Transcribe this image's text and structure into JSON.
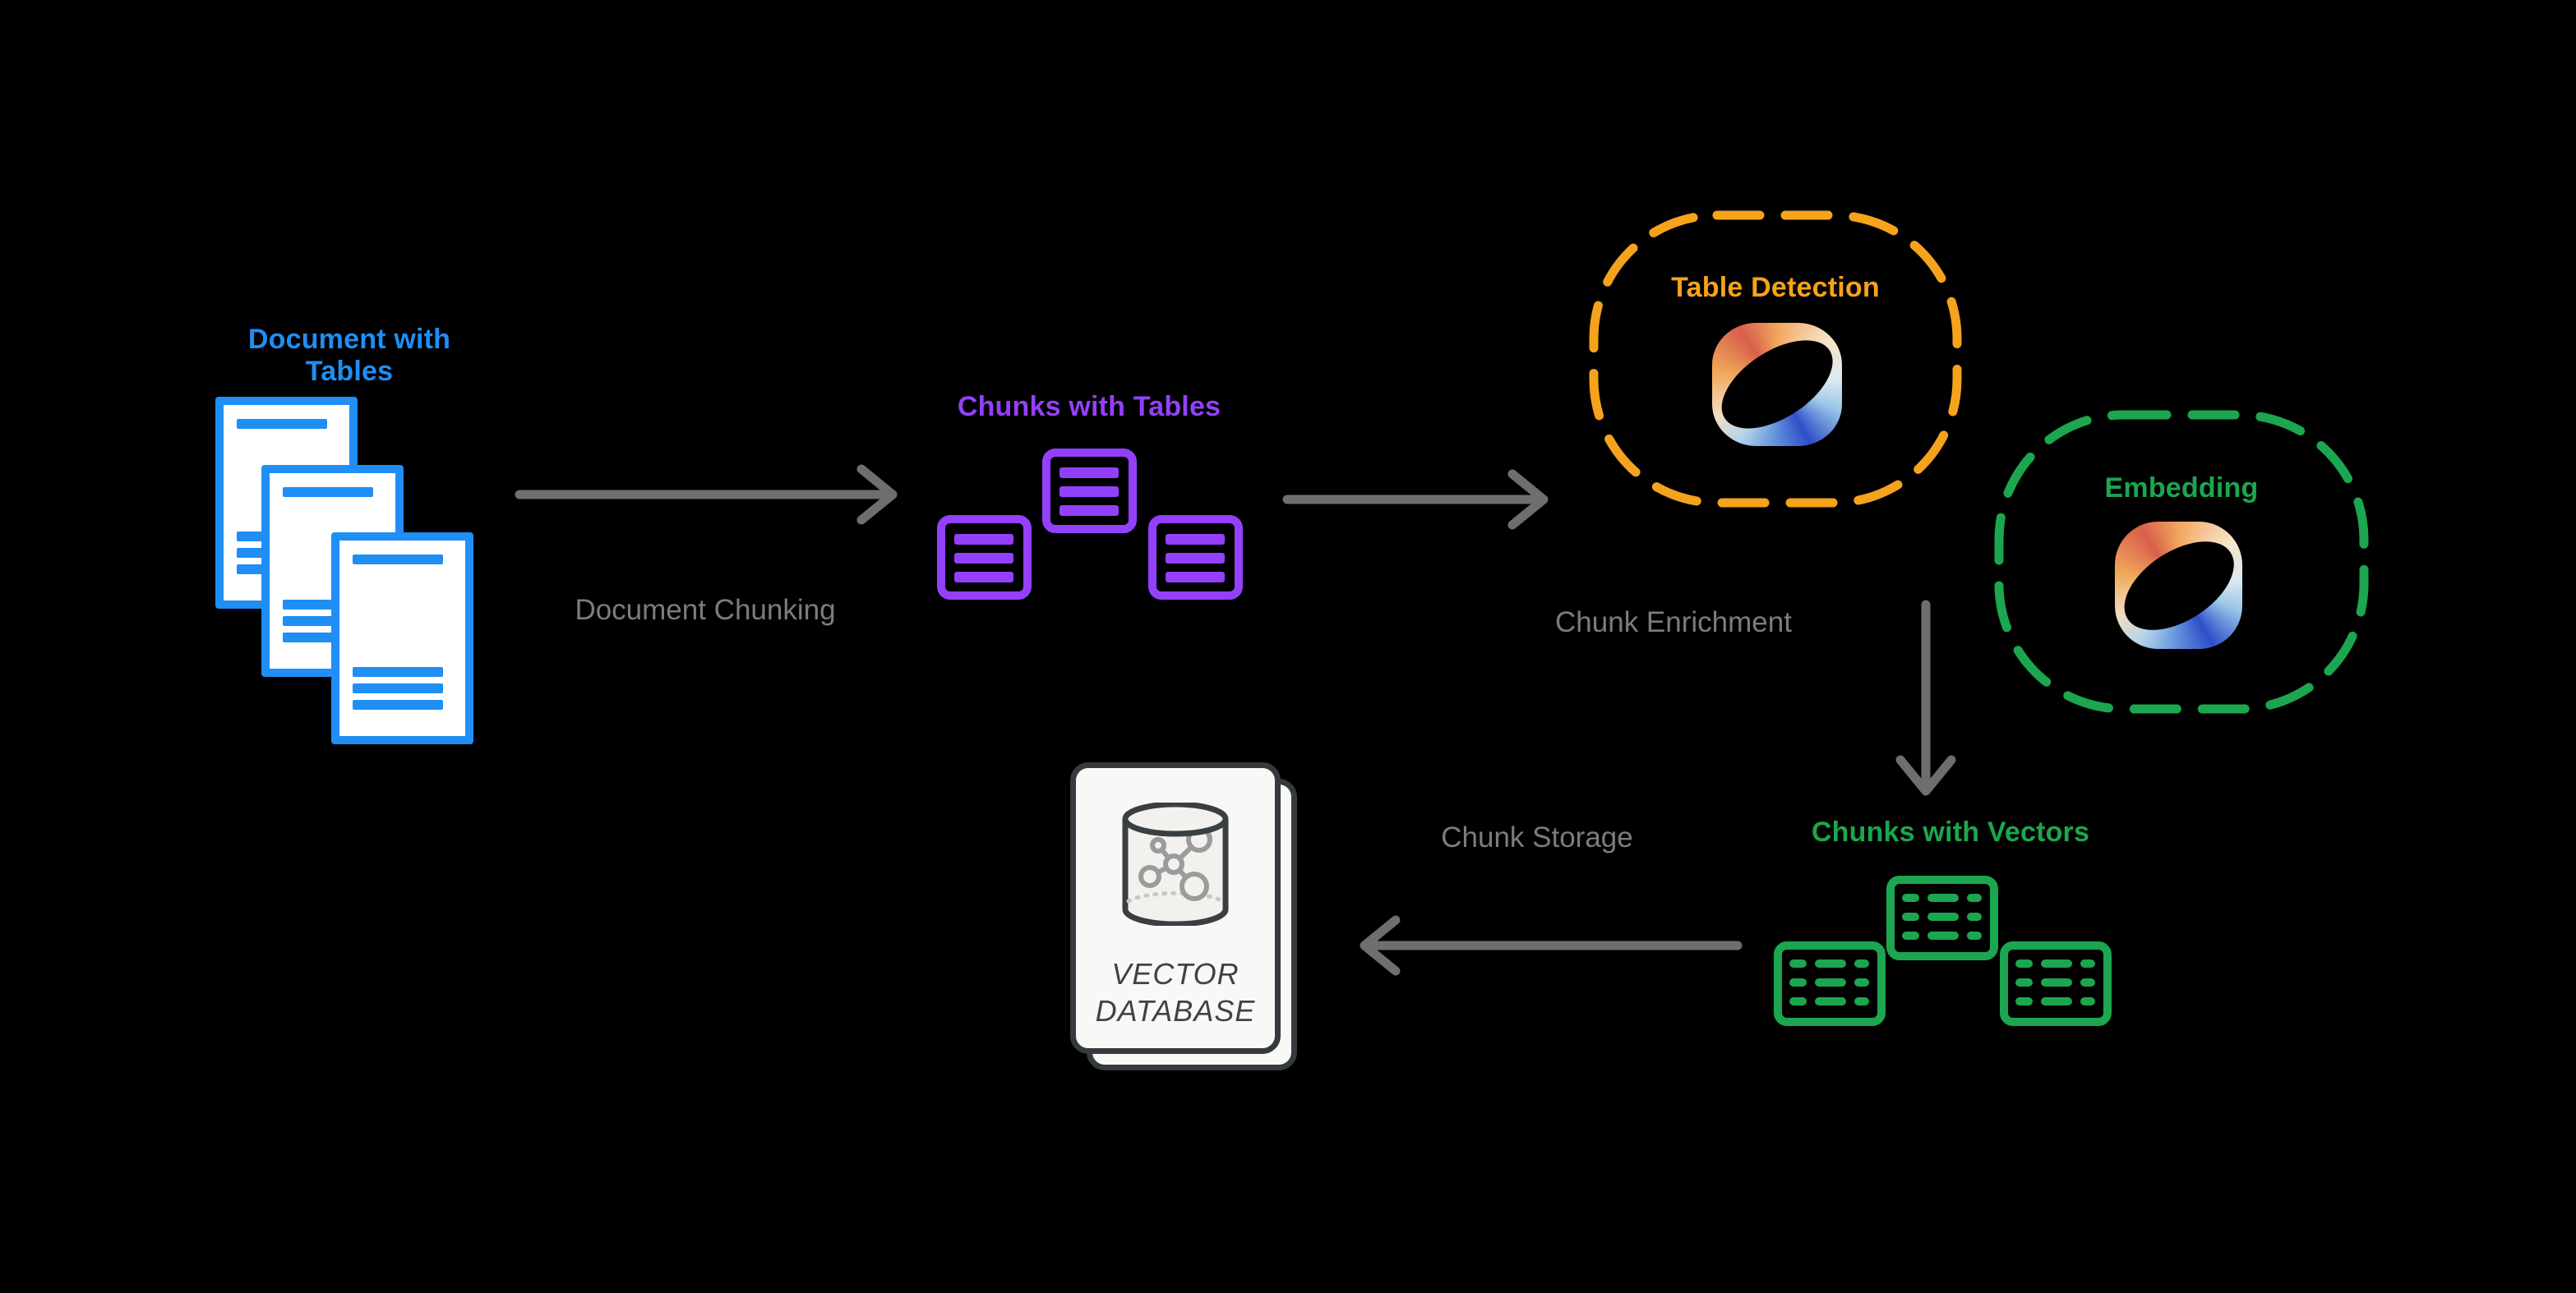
{
  "diagram": {
    "background_color": "#000000",
    "arrow_color": "#6e6e6e",
    "edge_label_color": "#7c7c7c",
    "nodes": {
      "documents": {
        "label": "Document with Tables",
        "color": "#1f8ef5",
        "icon": "document-stack"
      },
      "chunks_with_tables": {
        "label": "Chunks with Tables",
        "color": "#9340fb",
        "icon": "chunk-cards"
      },
      "table_detection": {
        "label": "Table Detection",
        "color": "#f5a21c",
        "border_style": "dashed",
        "icon": "ai-model-logo"
      },
      "embedding": {
        "label": "Embedding",
        "color": "#1ca64f",
        "border_style": "dashed",
        "icon": "ai-model-logo"
      },
      "chunks_with_vectors": {
        "label": "Chunks with Vectors",
        "color": "#1ca64f",
        "icon": "vector-table-cards"
      },
      "vector_database": {
        "label_line1": "VECTOR",
        "label_line2": "DATABASE",
        "card_color": "#f8f8f7",
        "outline_color": "#353a3e",
        "icon": "database-cylinder-with-graph"
      }
    },
    "edges": [
      {
        "label": "Document Chunking",
        "from": "documents",
        "to": "chunks_with_tables",
        "direction": "right"
      },
      {
        "label": "Chunk Enrichment",
        "from": "chunks_with_tables",
        "to": "table_detection",
        "direction": "right"
      },
      {
        "label": "",
        "from": "table_detection",
        "to": "chunks_with_vectors",
        "direction": "down"
      },
      {
        "label": "Chunk Storage",
        "from": "chunks_with_vectors",
        "to": "vector_database",
        "direction": "left"
      }
    ],
    "logo_gradient_colors": [
      "#d85f4c",
      "#f2a55c",
      "#f7e3c8",
      "#9cc8e8",
      "#2d4fc8",
      "#6f9fe0",
      "#f2dcc0",
      "#f0a85a"
    ]
  }
}
